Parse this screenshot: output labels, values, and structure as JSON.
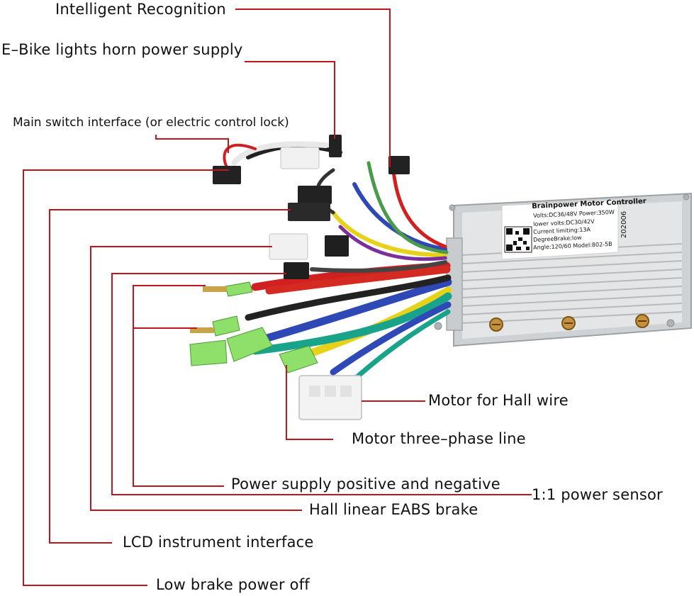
{
  "labels": {
    "intelligent_recognition": "Intelligent Recognition",
    "lights_horn": "E–Bike lights horn power supply",
    "main_switch": "Main switch interface (or electric control lock)",
    "motor_hall": "Motor for Hall wire",
    "motor_phase": "Motor three–phase line",
    "power_supply": "Power supply positive and negative",
    "power_sensor": "1:1 power sensor",
    "hall_brake": "Hall linear EABS brake",
    "lcd": "LCD instrument interface",
    "low_brake": "Low brake power off"
  },
  "controller_plate": {
    "title": "Brainpower Motor Controller",
    "line1": "Volts:DC36/48V  Power:350W",
    "line2": "lower volts:DC30/42V",
    "line3": "Current limiting:13A",
    "line4": "DegreeBrake:low",
    "line5": "Angle:120/60  Model:802-5B",
    "date": "202006"
  },
  "colors": {
    "leader": "#c0161b",
    "housing": "#d6d8da",
    "housing_dark": "#b4b7ba"
  }
}
